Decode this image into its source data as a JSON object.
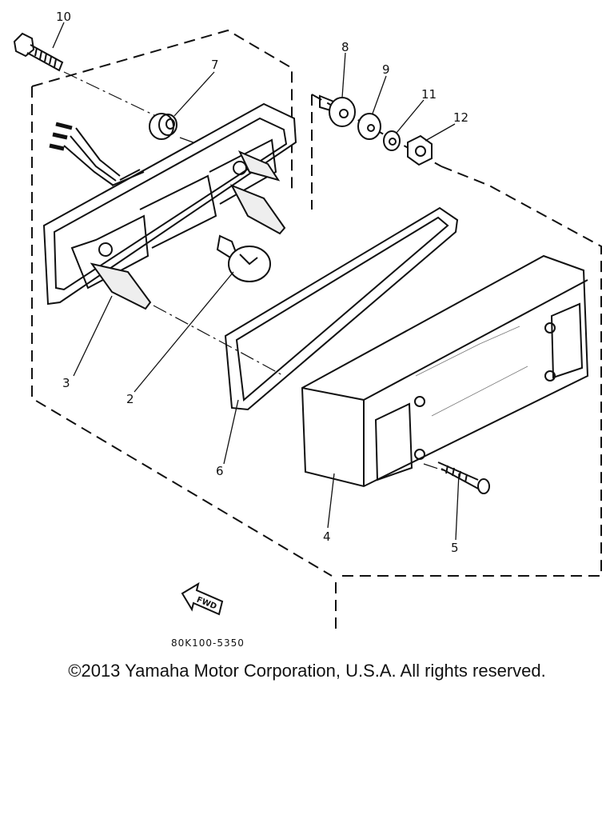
{
  "diagram": {
    "callouts": [
      {
        "id": "c10",
        "label": "10"
      },
      {
        "id": "c7",
        "label": "7"
      },
      {
        "id": "c8",
        "label": "8"
      },
      {
        "id": "c9",
        "label": "9"
      },
      {
        "id": "c11",
        "label": "11"
      },
      {
        "id": "c12",
        "label": "12"
      },
      {
        "id": "c3",
        "label": "3"
      },
      {
        "id": "c2",
        "label": "2"
      },
      {
        "id": "c6",
        "label": "6"
      },
      {
        "id": "c4",
        "label": "4"
      },
      {
        "id": "c5",
        "label": "5"
      }
    ],
    "fwd_label": "FWD",
    "part_code": "80K100-5350"
  },
  "footer": {
    "copyright": "©2013 Yamaha Motor Corporation, U.S.A. All rights reserved."
  }
}
